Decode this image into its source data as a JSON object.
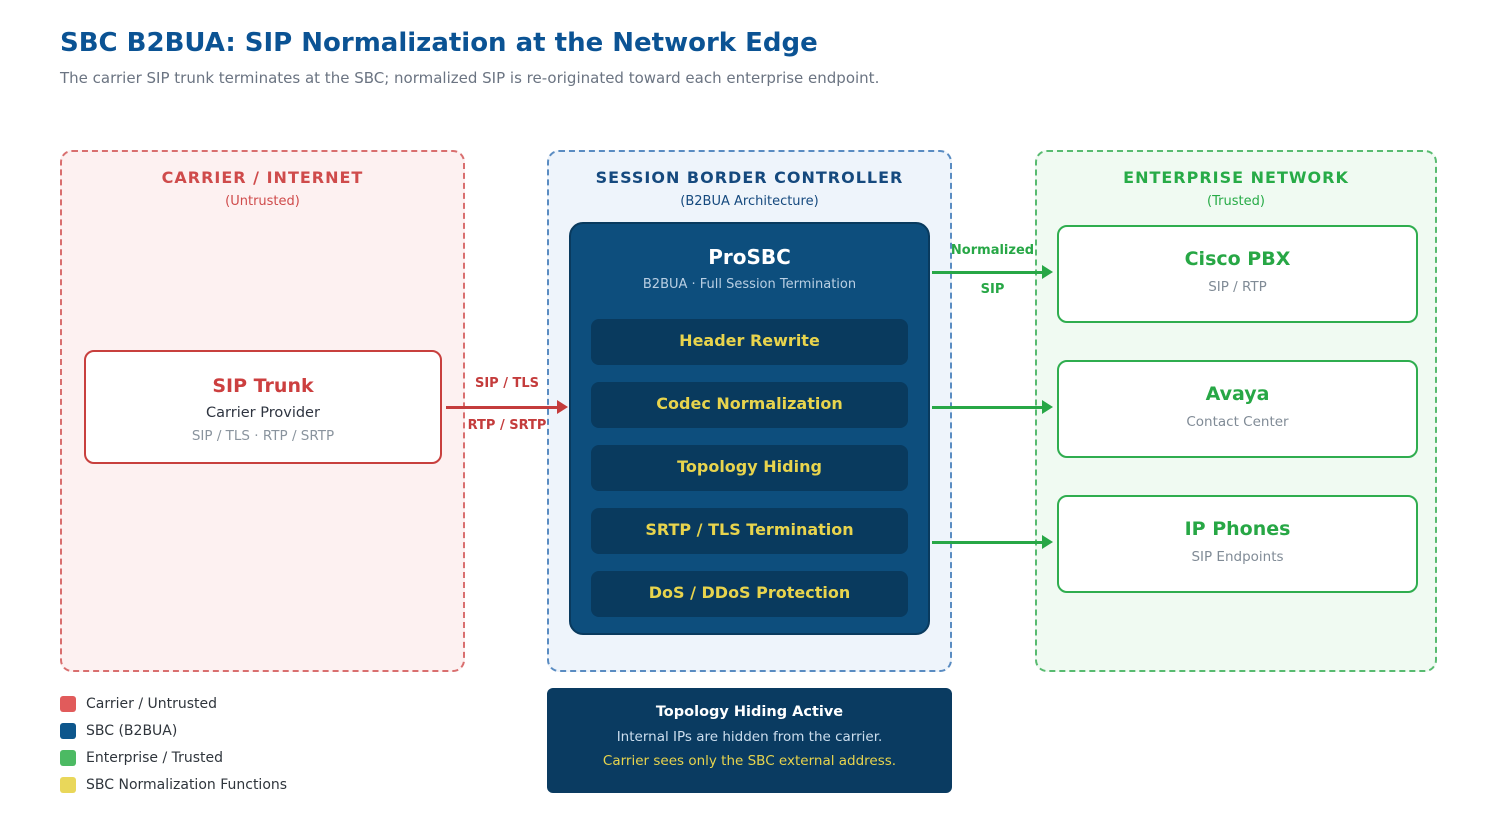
{
  "page": {
    "title": "SBC B2BUA: SIP Normalization at the Network Edge",
    "subtitle": "The carrier SIP trunk terminates at the SBC; normalized SIP is re-originated toward each enterprise endpoint."
  },
  "zones": {
    "carrier": {
      "title": "CARRIER / INTERNET",
      "subtitle": "(Untrusted)",
      "node": {
        "title": "SIP Trunk",
        "line1": "Carrier Provider",
        "line2": "SIP / TLS · RTP / SRTP"
      }
    },
    "sbc": {
      "title": "SESSION BORDER CONTROLLER",
      "subtitle": "(B2BUA Architecture)",
      "prosbc": {
        "title": "ProSBC",
        "subtitle": "B2BUA · Full Session Termination",
        "functions": [
          "Header Rewrite",
          "Codec Normalization",
          "Topology Hiding",
          "SRTP / TLS Termination",
          "DoS / DDoS Protection"
        ]
      }
    },
    "enterprise": {
      "title": "ENTERPRISE NETWORK",
      "subtitle": "(Trusted)",
      "nodes": [
        {
          "title": "Cisco PBX",
          "subtitle": "SIP / RTP"
        },
        {
          "title": "Avaya",
          "subtitle": "Contact Center"
        },
        {
          "title": "IP Phones",
          "subtitle": "SIP Endpoints"
        }
      ]
    }
  },
  "arrows": {
    "carrier_to_sbc": {
      "label_top": "SIP / TLS",
      "label_bottom": "RTP / SRTP"
    },
    "sbc_to_cisco": {
      "label_top": "Normalized",
      "label_bottom": "SIP"
    }
  },
  "legend": [
    {
      "label": "Carrier / Untrusted",
      "color": "#e15b5b"
    },
    {
      "label": "SBC (B2BUA)",
      "color": "#0d568c"
    },
    {
      "label": "Enterprise / Trusted",
      "color": "#4cba63"
    },
    {
      "label": "SBC Normalization Functions",
      "color": "#e9d75a"
    }
  ],
  "callout": {
    "title": "Topology Hiding Active",
    "line1": "Internal IPs are hidden from the carrier.",
    "line2": "Carrier sees only the SBC external address."
  }
}
